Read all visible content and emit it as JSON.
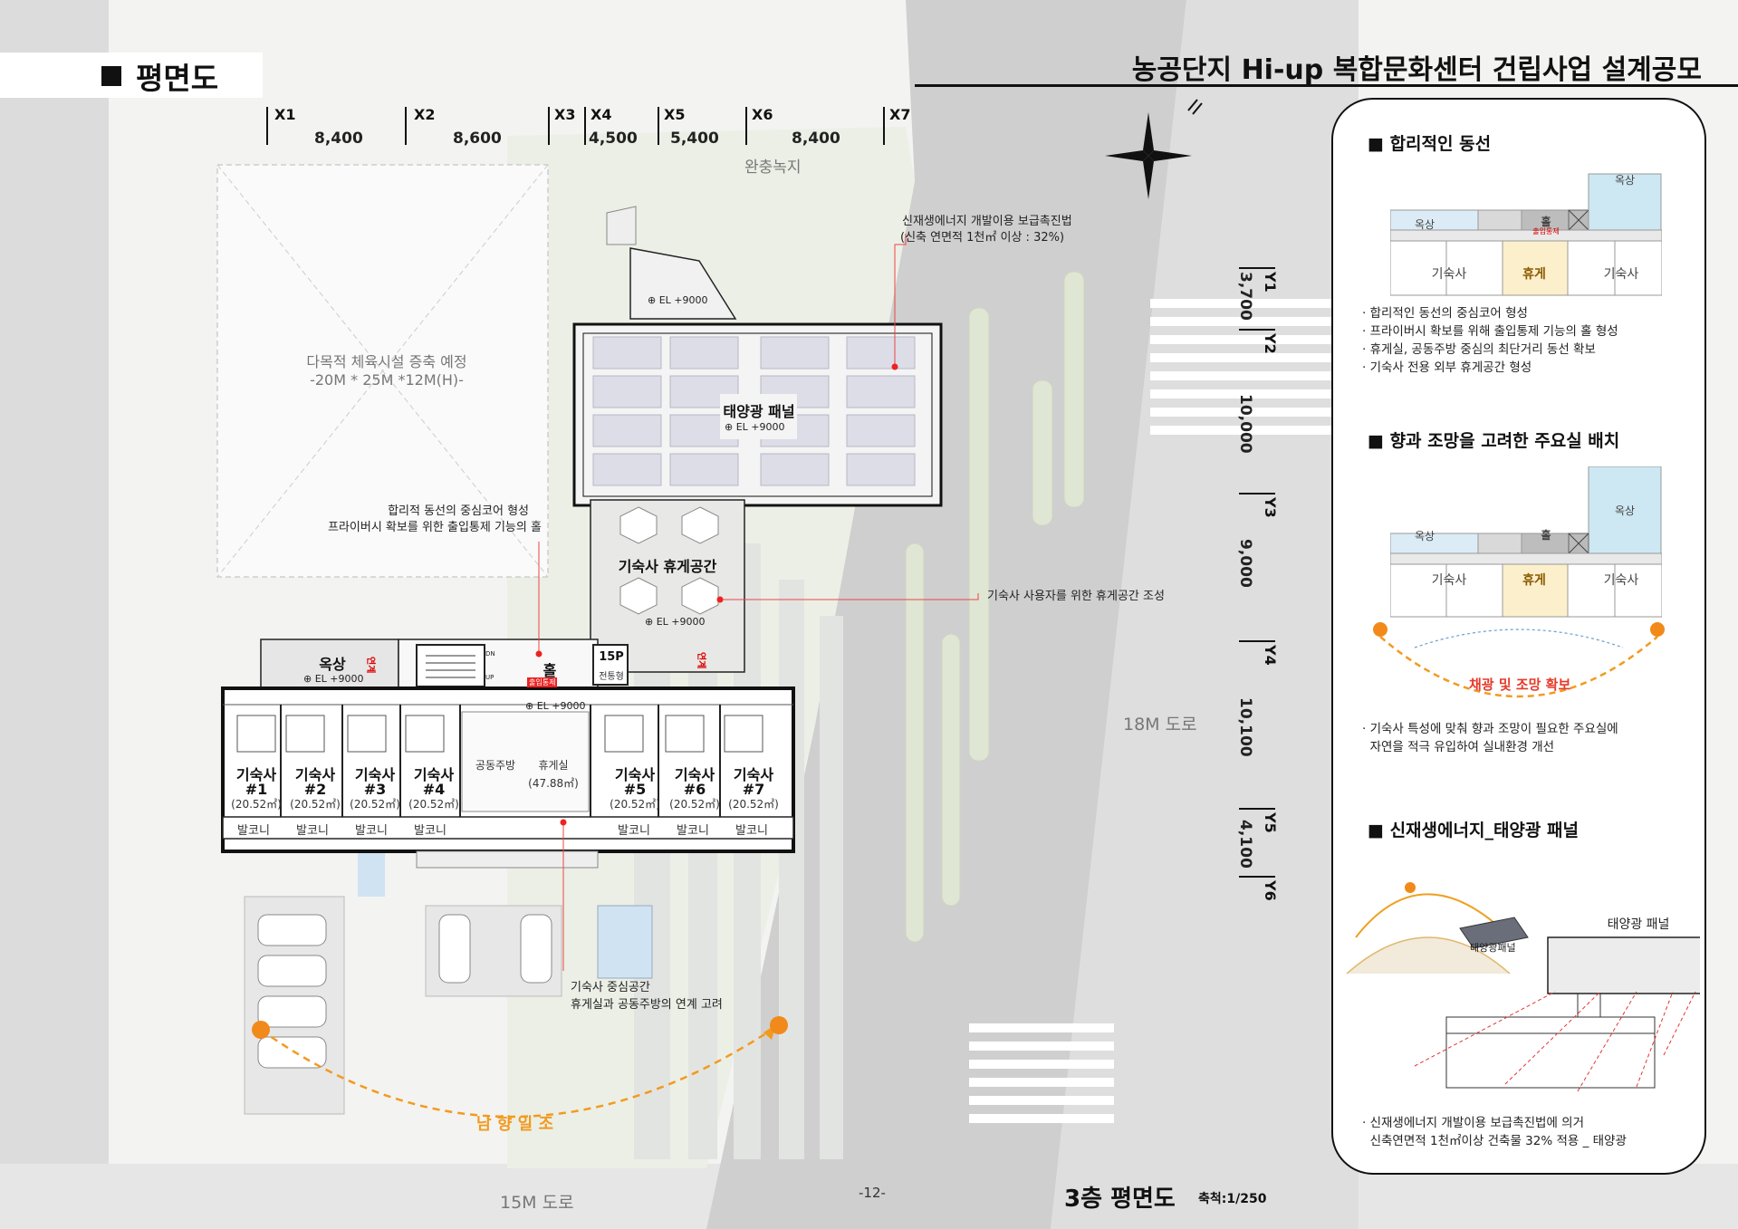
{
  "header": {
    "section_title": "평면도",
    "project_title": "농공단지 Hi-up 복합문화센터 건립사업 설계공모"
  },
  "grid_x": [
    {
      "axis": "X1",
      "dim": "8,400"
    },
    {
      "axis": "X2",
      "dim": "8,600"
    },
    {
      "axis": "X3",
      "dim": ""
    },
    {
      "axis": "X4",
      "dim": "4,500"
    },
    {
      "axis": "X5",
      "dim": "5,400"
    },
    {
      "axis": "X6",
      "dim": "8,400"
    },
    {
      "axis": "X7",
      "dim": ""
    }
  ],
  "grid_y": [
    {
      "axis": "Y1",
      "dim": "3,700"
    },
    {
      "axis": "Y2",
      "dim": "10,000"
    },
    {
      "axis": "Y3",
      "dim": "9,000"
    },
    {
      "axis": "Y4",
      "dim": "10,100"
    },
    {
      "axis": "Y5",
      "dim": "4,100"
    },
    {
      "axis": "Y6",
      "dim": ""
    }
  ],
  "site": {
    "buffer_green": "완충녹지",
    "gym_line1": "다목적 체육시설 증축 예정",
    "gym_line2": "-20M * 25M *12M(H)-",
    "road_18m": "18M 도로",
    "road_15m": "15M 도로",
    "south_sun": "남 향 일 조"
  },
  "notes": {
    "solar_law_1": "신재생에너지 개발이용 보급촉진법",
    "solar_law_2": "(신축 연면적 1천㎡ 이상 : 32%)",
    "core_1": "합리적 동선의 중심코어 형성",
    "core_2": "프라이버시 확보를 위한 출입통제 기능의 홀",
    "rest_space": "기숙사 사용자를 위한 휴게공간 조성",
    "center_1": "기숙사 중심공간",
    "center_2": "휴게실과 공동주방의 연계 고려"
  },
  "plan": {
    "solar_panel": "태양광 패널",
    "el_9000": "⊕ EL +9000",
    "rest_area": "기숙사 휴게공간",
    "rooftop": "옥상",
    "hall": "홀",
    "entry_control": "출입통제",
    "pipe_space": "15P",
    "pipe_space_sub": "전통형",
    "dn": "DN",
    "up": "UP",
    "shared_kitchen": "공동주방",
    "lounge": "휴게실",
    "lounge_area": "(47.88㎡)",
    "dorm_label": "기숙사",
    "dorm_area": "(20.52㎡)",
    "dorm_nums": [
      "#1",
      "#2",
      "#3",
      "#4",
      "#5",
      "#6",
      "#7"
    ],
    "balcony": "발코니",
    "red_tag": "연계"
  },
  "panel": {
    "s1_title": "■ 합리적인 동선",
    "s1_diag": {
      "rooftop": "옥상",
      "hall": "홀",
      "entry": "출입통제",
      "dorm": "기숙사",
      "rest": "휴게"
    },
    "s1_bullets": [
      "· 합리적인 동선의 중심코어 형성",
      "· 프라이버시 확보를 위해 출입통제 기능의 홀 형성",
      "· 휴게실, 공동주방 중심의 최단거리 동선 확보",
      "· 기숙사 전용 외부 휴게공간 형성"
    ],
    "s2_title": "■ 향과 조망을 고려한 주요실 배치",
    "s2_daylight": "채광 및 조망 확보",
    "s2_bullets": [
      "· 기숙사 특성에 맞춰  향과 조망이 필요한  주요실에",
      "  자연을 적극 유입하여 실내환경 개선"
    ],
    "s3_title": "■ 신재생에너지_태양광 패널",
    "s3_panel_small": "태양광패널",
    "s3_panel_box": "태양광 패널",
    "s3_bullets": [
      "· 신재생에너지 개발이용 보급촉진법에 의거",
      "  신축연면적 1천㎡이상 건축물 32% 적용 _ 태양광"
    ]
  },
  "footer": {
    "page": "-12-",
    "plan_title": "3층 평면도",
    "scale": "축척:1/250"
  }
}
